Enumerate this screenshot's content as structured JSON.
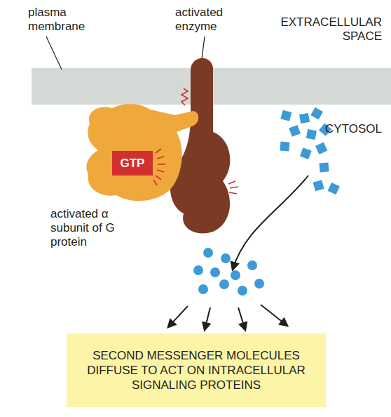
{
  "diagram": {
    "nodes": [
      {
        "text": [
          "GTP"
        ]
      },
      {
        "text": [
          "SECOND MESSENGER MOLECULES DIFFUSE TO ACT ON INTRACELLULAR SIGNALING PROTEINS"
        ]
      }
    ],
    "labels": [
      "plasma membrane",
      "activated enzyme",
      "EXTRACELLULAR SPACE",
      "CYTOSOL",
      "activated α subunit of G protein"
    ]
  }
}
